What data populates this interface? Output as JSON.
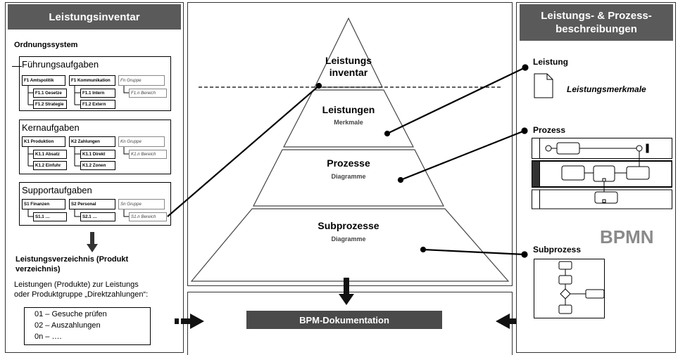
{
  "left": {
    "header": "Leistungsinventar",
    "ordnungssystem": "Ordnungssystem",
    "groups": [
      {
        "title": "Führungsaufgaben",
        "top": [
          "F1 Amtspolitik",
          "F1 Kommunikation",
          "Fn Gruppe"
        ],
        "sub_a": [
          "F1.1 Gesetze",
          "F1.2 Strategie"
        ],
        "sub_b": [
          "F1.1 Intern",
          "F1.2 Extern"
        ],
        "sub_c": "F1.n Bereich"
      },
      {
        "title": "Kernaufgaben",
        "top": [
          "K1 Produktion",
          "K2 Zahlungen",
          "Kn Gruppe"
        ],
        "sub_a": [
          "K1.1 Absatz",
          "K1.2 Einfuhr"
        ],
        "sub_b": [
          "K1.1 Direkt",
          "K1.2 Zonen"
        ],
        "sub_c": "K1.n Bereich"
      },
      {
        "title": "Supportaufgaben",
        "top": [
          "S1 Finanzen",
          "S2 Personal",
          "Sn Gruppe"
        ],
        "sub_a": [
          "S1.1 …"
        ],
        "sub_b": [
          "S2.1 …"
        ],
        "sub_c": "S1.n Bereich"
      }
    ],
    "verzeichnis_title_1": "Leistungsverzeichnis (Produkt",
    "verzeichnis_title_2": "verzeichnis)",
    "verzeichnis_desc_1": "Leistungen (Produkte) zur Leistungs",
    "verzeichnis_desc_2": "oder Produktgruppe „Direktzahlungen“:",
    "list": [
      "01 – Gesuche prüfen",
      "02 – Auszahlungen",
      "0n – …."
    ]
  },
  "pyramid": {
    "levels": [
      {
        "title_1": "Leistungs",
        "title_2": "inventar"
      },
      {
        "title": "Leistungen",
        "subtitle": "Merkmale"
      },
      {
        "title": "Prozesse",
        "subtitle": "Diagramme"
      },
      {
        "title": "Subprozesse",
        "subtitle": "Diagramme"
      }
    ]
  },
  "bottom": {
    "label": "BPM-Dokumentation"
  },
  "right": {
    "header_1": "Leistungs- & Prozess-",
    "header_2": "beschreibungen",
    "leistung": "Leistung",
    "leistungsmerkmale": "Leistungsmerkmale",
    "prozess": "Prozess",
    "bpmn": "BPMN",
    "subprozess": "Subprozess"
  },
  "colors": {
    "header_bg": "#5a5a5a",
    "bpm_bar": "#4a4a4a"
  }
}
